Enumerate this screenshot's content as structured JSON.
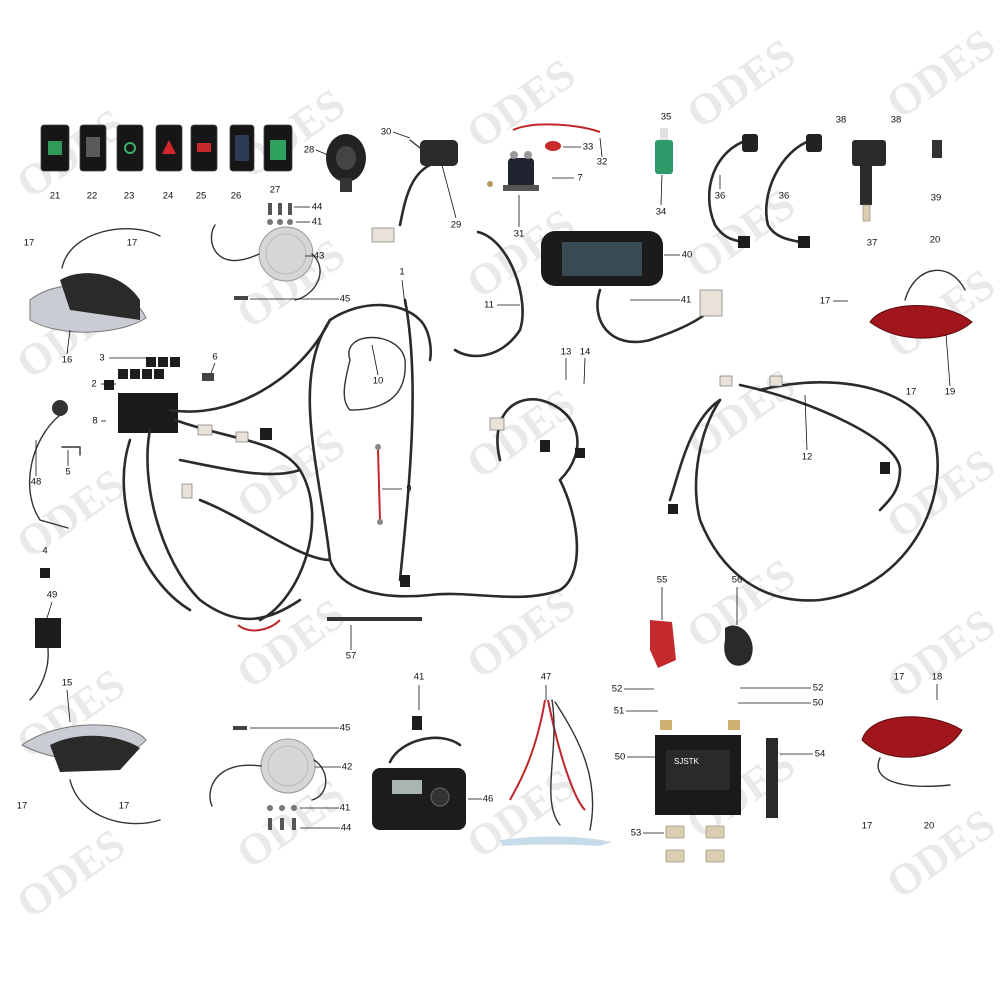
{
  "watermark": "ODES",
  "callouts": [
    "1",
    "2",
    "3",
    "4",
    "5",
    "6",
    "7",
    "8",
    "9",
    "10",
    "11",
    "12",
    "13",
    "14",
    "15",
    "16",
    "17",
    "18",
    "19",
    "20",
    "21",
    "22",
    "23",
    "24",
    "25",
    "26",
    "27",
    "28",
    "29",
    "30",
    "31",
    "32",
    "33",
    "34",
    "35",
    "36",
    "37",
    "38",
    "39",
    "40",
    "41",
    "42",
    "43",
    "44",
    "45",
    "46",
    "47",
    "48",
    "49",
    "50",
    "51",
    "52",
    "53",
    "54",
    "55",
    "56",
    "57"
  ],
  "battery_label": "SJSTK"
}
